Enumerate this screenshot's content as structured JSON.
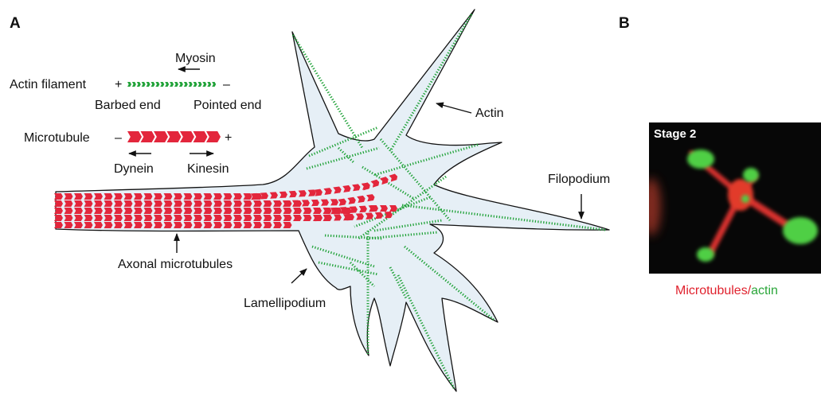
{
  "panel_a": {
    "label": "A",
    "legend": {
      "myosin": "Myosin",
      "actin_filament": "Actin filament",
      "plus": "+",
      "minus": "–",
      "barbed_end": "Barbed end",
      "pointed_end": "Pointed end",
      "microtubule": "Microtubule",
      "dynein": "Dynein",
      "kinesin": "Kinesin"
    },
    "labels": {
      "actin": "Actin",
      "filopodium": "Filopodium",
      "axonal_microtubules": "Axonal microtubules",
      "lamellipodium": "Lamellipodium"
    }
  },
  "panel_b": {
    "label": "B",
    "stage": "Stage 2",
    "caption_microtubules": "Microtubules",
    "caption_slash": "/",
    "caption_actin": "actin"
  },
  "colors": {
    "actin_green": "#22a33a",
    "microtubule_red": "#e3263c",
    "cell_fill": "#e6eff6",
    "caption_red": "#e0222e",
    "caption_green": "#2aa63a"
  }
}
